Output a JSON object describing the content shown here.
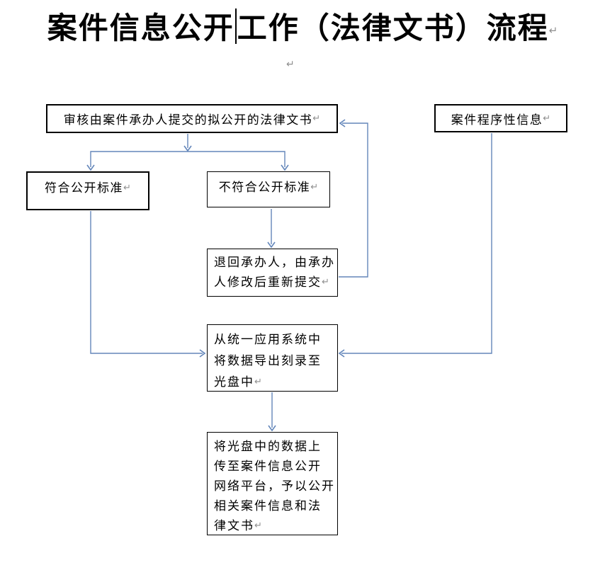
{
  "title": {
    "text_before_cursor": "案件信息公开",
    "text_after_cursor": "工作（法律文书）流程"
  },
  "marks": {
    "return_mark": "↵"
  },
  "colors": {
    "connector": "#6386ba",
    "box_border": "#000000",
    "return_mark": "#8f8f8f",
    "background": "#ffffff"
  },
  "boxes": {
    "review": {
      "label": "审核由案件承办人提交的拟公开的法律文书"
    },
    "procedural": {
      "label": "案件程序性信息"
    },
    "meets": {
      "label": "符合公开标准"
    },
    "not_meets": {
      "label": "不符合公开标准"
    },
    "return_box": {
      "lines": [
        "退回承办人，由承办",
        "人修改后重新提交"
      ]
    },
    "export_box": {
      "lines": [
        "从统一应用系统中",
        "将数据导出刻录至",
        "光盘中"
      ]
    },
    "upload_box": {
      "lines": [
        "将光盘中的数据上",
        "传至案件信息公开",
        "网络平台，予以公开",
        "相关案件信息和法",
        "律文书"
      ]
    }
  }
}
